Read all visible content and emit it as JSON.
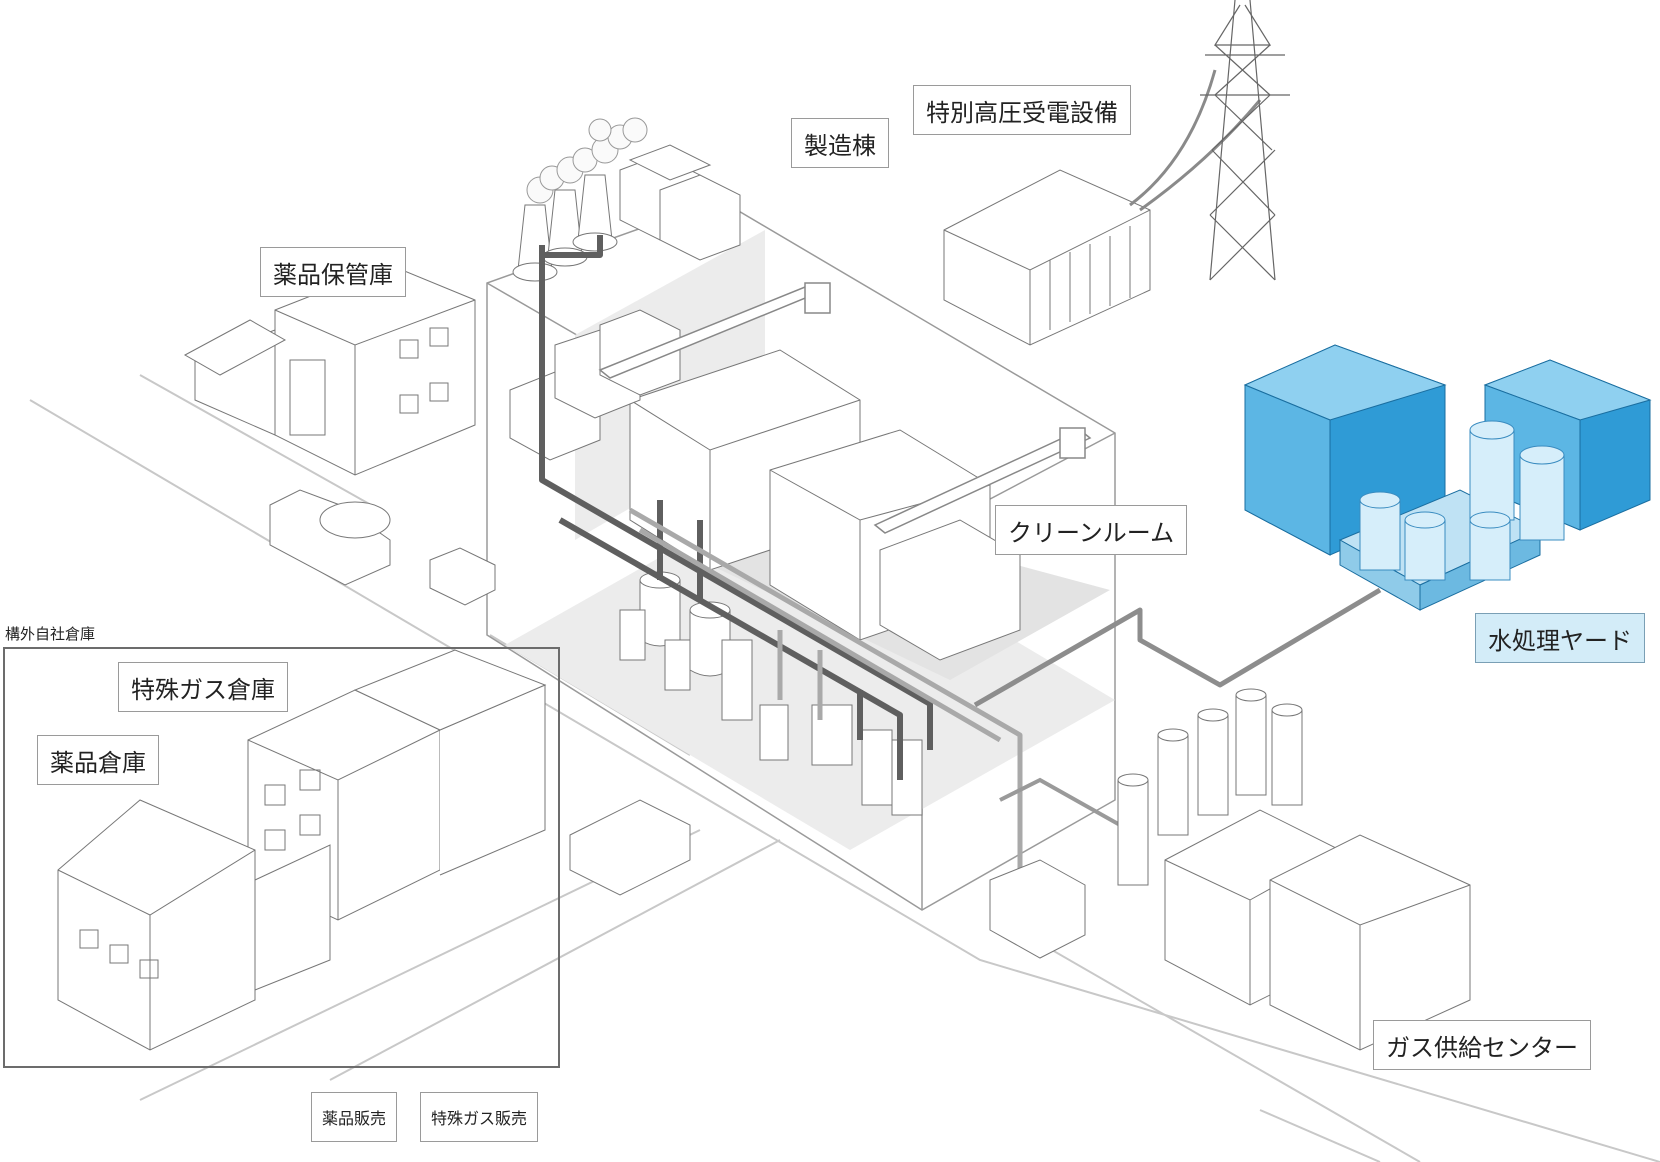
{
  "labels": {
    "manufacturing_building": "製造棟",
    "extra_high_voltage": "特別高圧受電設備",
    "chemical_storehouse": "薬品保管庫",
    "cleanroom": "クリーンルーム",
    "water_treatment_yard": "水処理ヤード",
    "offsite_warehouse": "構外自社倉庫",
    "special_gas_warehouse": "特殊ガス倉庫",
    "chemical_warehouse": "薬品倉庫",
    "gas_supply_center": "ガス供給センター",
    "chemical_sales": "薬品販売",
    "special_gas_sales": "特殊ガス販売"
  },
  "colors": {
    "line": "#666666",
    "pipe_dark": "#5f5f5f",
    "pipe_light": "#a9a9a9",
    "floor": "#e6e6e6",
    "water_blue": "#2f9bd6",
    "water_blue_light": "#bfe2f4",
    "label_blue": "#d3ecf8"
  }
}
